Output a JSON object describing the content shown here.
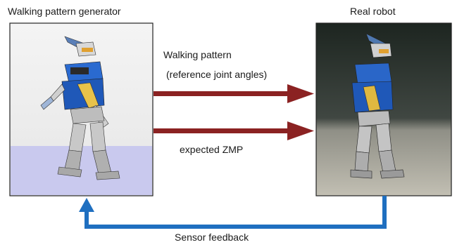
{
  "panels": {
    "left_title": "Walking pattern generator",
    "right_title": "Real robot"
  },
  "arrows": {
    "top_label_line1": "Walking pattern",
    "top_label_line2": "(reference joint angles)",
    "bottom_label": "expected ZMP",
    "feedback_label": "Sensor feedback"
  },
  "colors": {
    "forward_arrow": "#8b2222",
    "feedback_arrow": "#1f6fc0",
    "sim_floor": "#c9c9ee",
    "photo_bg": "#202a24"
  },
  "images": {
    "left": "simulated-humanoid-robot-walking",
    "right": "photo-of-humanoid-robot-walking"
  }
}
